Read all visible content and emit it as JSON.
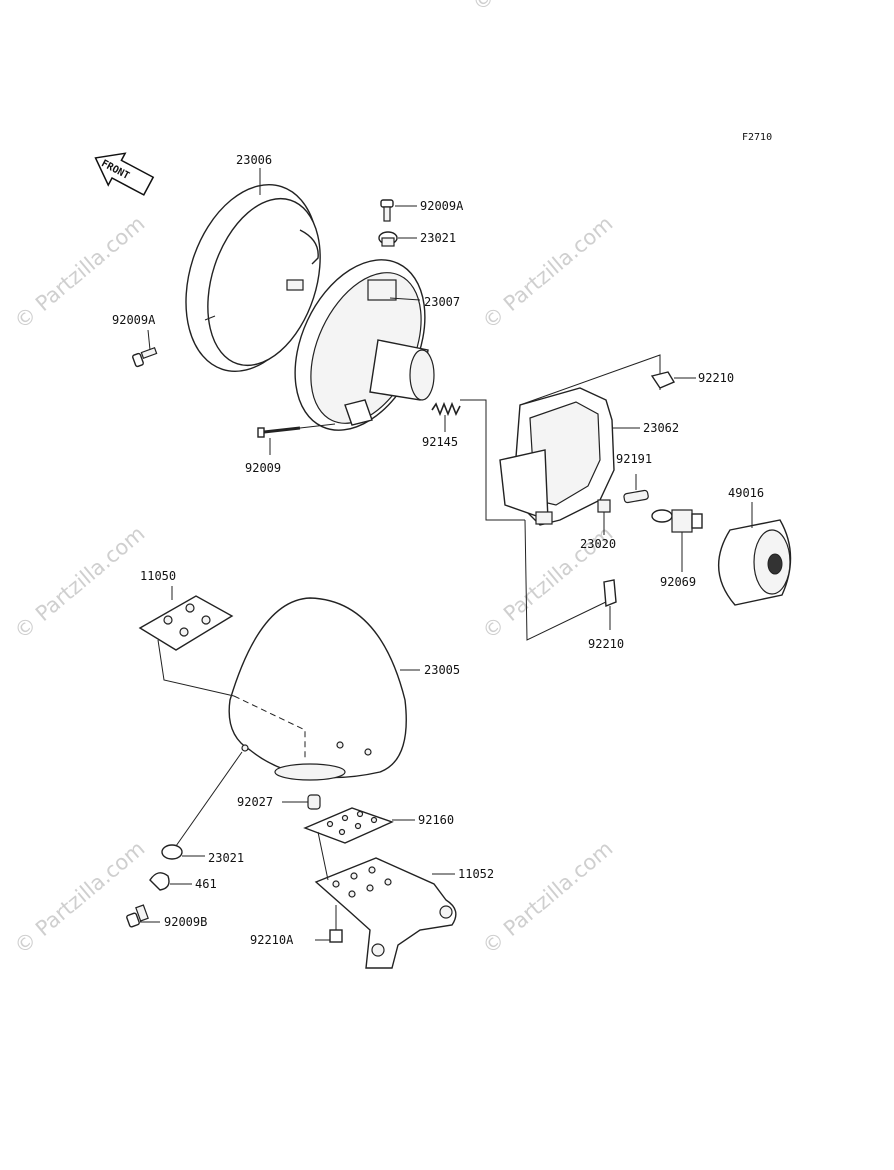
{
  "figure_code": "F2710",
  "front_arrow_label": "FRONT",
  "watermark": "© Partzilla.com",
  "labels": {
    "p23006": "23006",
    "p92009A_top": "92009A",
    "p23021_top": "23021",
    "p23007": "23007",
    "p92009A_left": "92009A",
    "p92009": "92009",
    "p92145": "92145",
    "p92210_top": "92210",
    "p23062": "23062",
    "p92191": "92191",
    "p49016": "49016",
    "p23020": "23020",
    "p92069": "92069",
    "p92210_mid": "92210",
    "p11050": "11050",
    "p23005": "23005",
    "p92027": "92027",
    "p92160": "92160",
    "p23021_bot": "23021",
    "p461": "461",
    "p11052": "11052",
    "p92009B": "92009B",
    "p92210A": "92210A"
  }
}
